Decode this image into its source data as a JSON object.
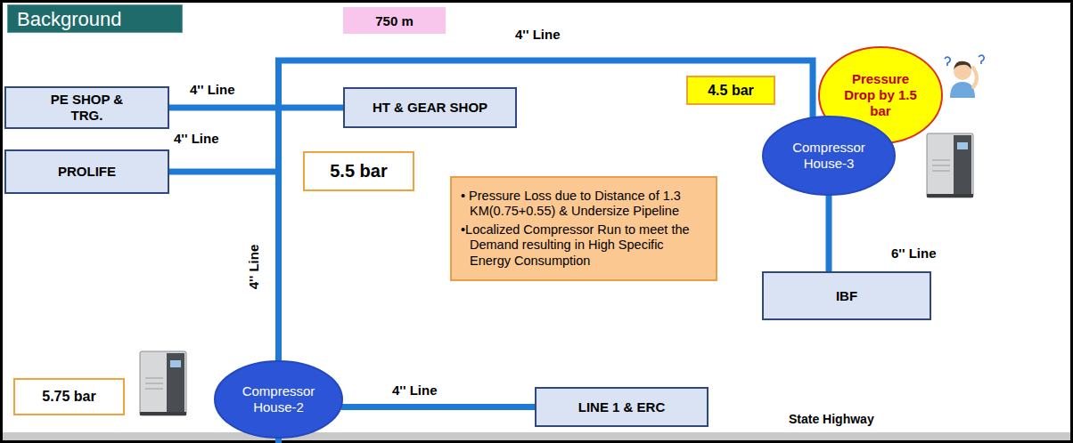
{
  "diagram": {
    "title": "Background",
    "nodes": [
      {
        "text": [
          "750 m"
        ]
      },
      {
        "text": [
          "Pressure Drop by 1.5 bar"
        ]
      },
      {
        "text": [
          "4.5 bar"
        ]
      },
      {
        "text": [
          "PE SHOP & TRG."
        ]
      },
      {
        "text": [
          "HT & GEAR SHOP"
        ]
      },
      {
        "text": [
          "Compressor House-3"
        ]
      },
      {
        "text": [
          "PROLIFE"
        ]
      },
      {
        "text": [
          "5.5 bar"
        ]
      },
      {
        "text": [
          "• Pressure Loss due to Distance of 1.3 KM(0.75+0.55) & Undersize Pipeline",
          "•Localized Compressor Run to meet the Demand resulting in High Specific Energy Consumption"
        ]
      },
      {
        "text": [
          "IBF"
        ]
      },
      {
        "text": [
          "Compressor House-2"
        ]
      },
      {
        "text": [
          "5.75 bar"
        ]
      },
      {
        "text": [
          "LINE 1 & ERC"
        ]
      }
    ],
    "edges": [
      {
        "from": 10,
        "to": 3,
        "arrow": "none",
        "label": "4'' Line"
      },
      {
        "from": 10,
        "to": 4,
        "arrow": "none"
      },
      {
        "from": 10,
        "to": 6,
        "arrow": "none",
        "label": "4'' Line"
      },
      {
        "from": 10,
        "to": 5,
        "arrow": "none",
        "label": "4'' Line"
      },
      {
        "from": 10,
        "to": 12,
        "arrow": "none",
        "label": "4'' Line"
      },
      {
        "from": 5,
        "to": 9,
        "arrow": "none",
        "label": "6'' Line"
      }
    ],
    "labels": [
      "4'' Line",
      "State Highway"
    ]
  }
}
